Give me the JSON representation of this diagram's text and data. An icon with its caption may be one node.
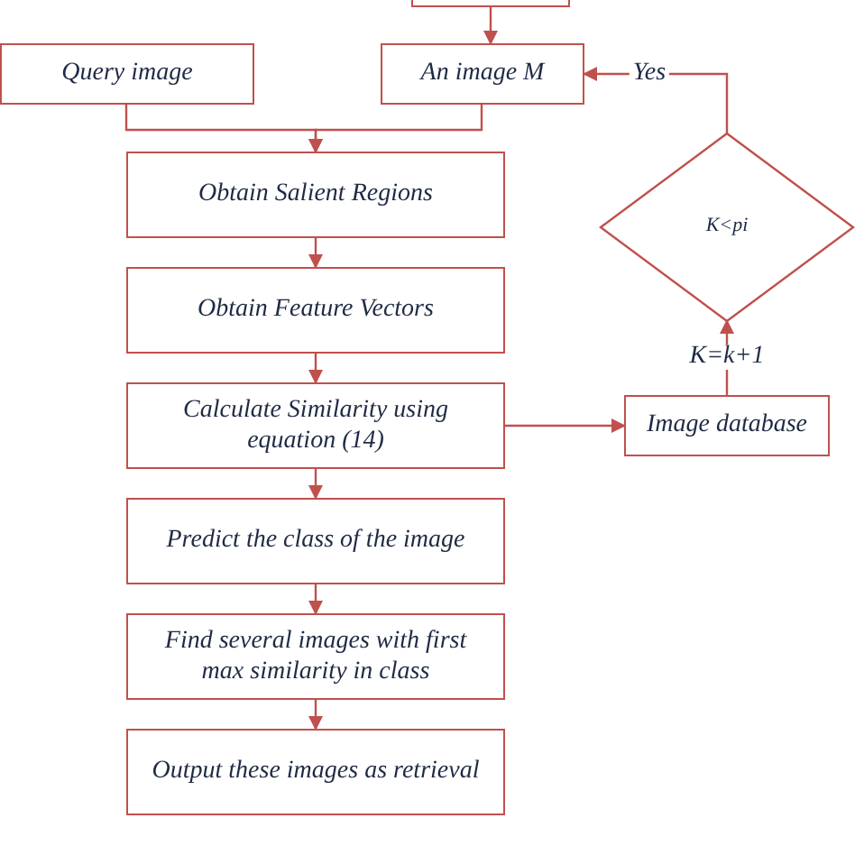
{
  "diagram": {
    "nodes": [
      {
        "text": [],
        "shape": "box"
      },
      {
        "text": [
          "Query image"
        ]
      },
      {
        "text": [
          "An image M"
        ]
      },
      {
        "text": [
          "Obtain Salient Regions"
        ]
      },
      {
        "text": [
          "Obtain Feature Vectors"
        ]
      },
      {
        "text": [
          "Calculate Similarity using equation (14)"
        ]
      },
      {
        "text": [
          "Image database"
        ]
      },
      {
        "text": [
          "K<pi"
        ]
      },
      {
        "text": [
          "Predict the class of the image"
        ]
      },
      {
        "text": [
          "Find several images with first max similarity in class"
        ]
      },
      {
        "text": [
          "Output these images as retrieval"
        ]
      }
    ],
    "edges": [
      {
        "from": 0,
        "to": 2,
        "arrow": "to"
      },
      {
        "from": 1,
        "to": 3,
        "arrow": "to"
      },
      {
        "from": 2,
        "to": 3,
        "arrow": "to"
      },
      {
        "from": 3,
        "to": 4,
        "arrow": "to"
      },
      {
        "from": 4,
        "to": 5,
        "arrow": "to"
      },
      {
        "from": 5,
        "to": 6,
        "arrow": "to"
      },
      {
        "from": 6,
        "to": 7,
        "arrow": "to",
        "label": "K=k+1"
      },
      {
        "from": 7,
        "to": 2,
        "arrow": "to",
        "label": "Yes"
      },
      {
        "from": 5,
        "to": 8,
        "arrow": "to"
      },
      {
        "from": 8,
        "to": 9,
        "arrow": "to"
      },
      {
        "from": 9,
        "to": 10,
        "arrow": "to"
      }
    ]
  }
}
